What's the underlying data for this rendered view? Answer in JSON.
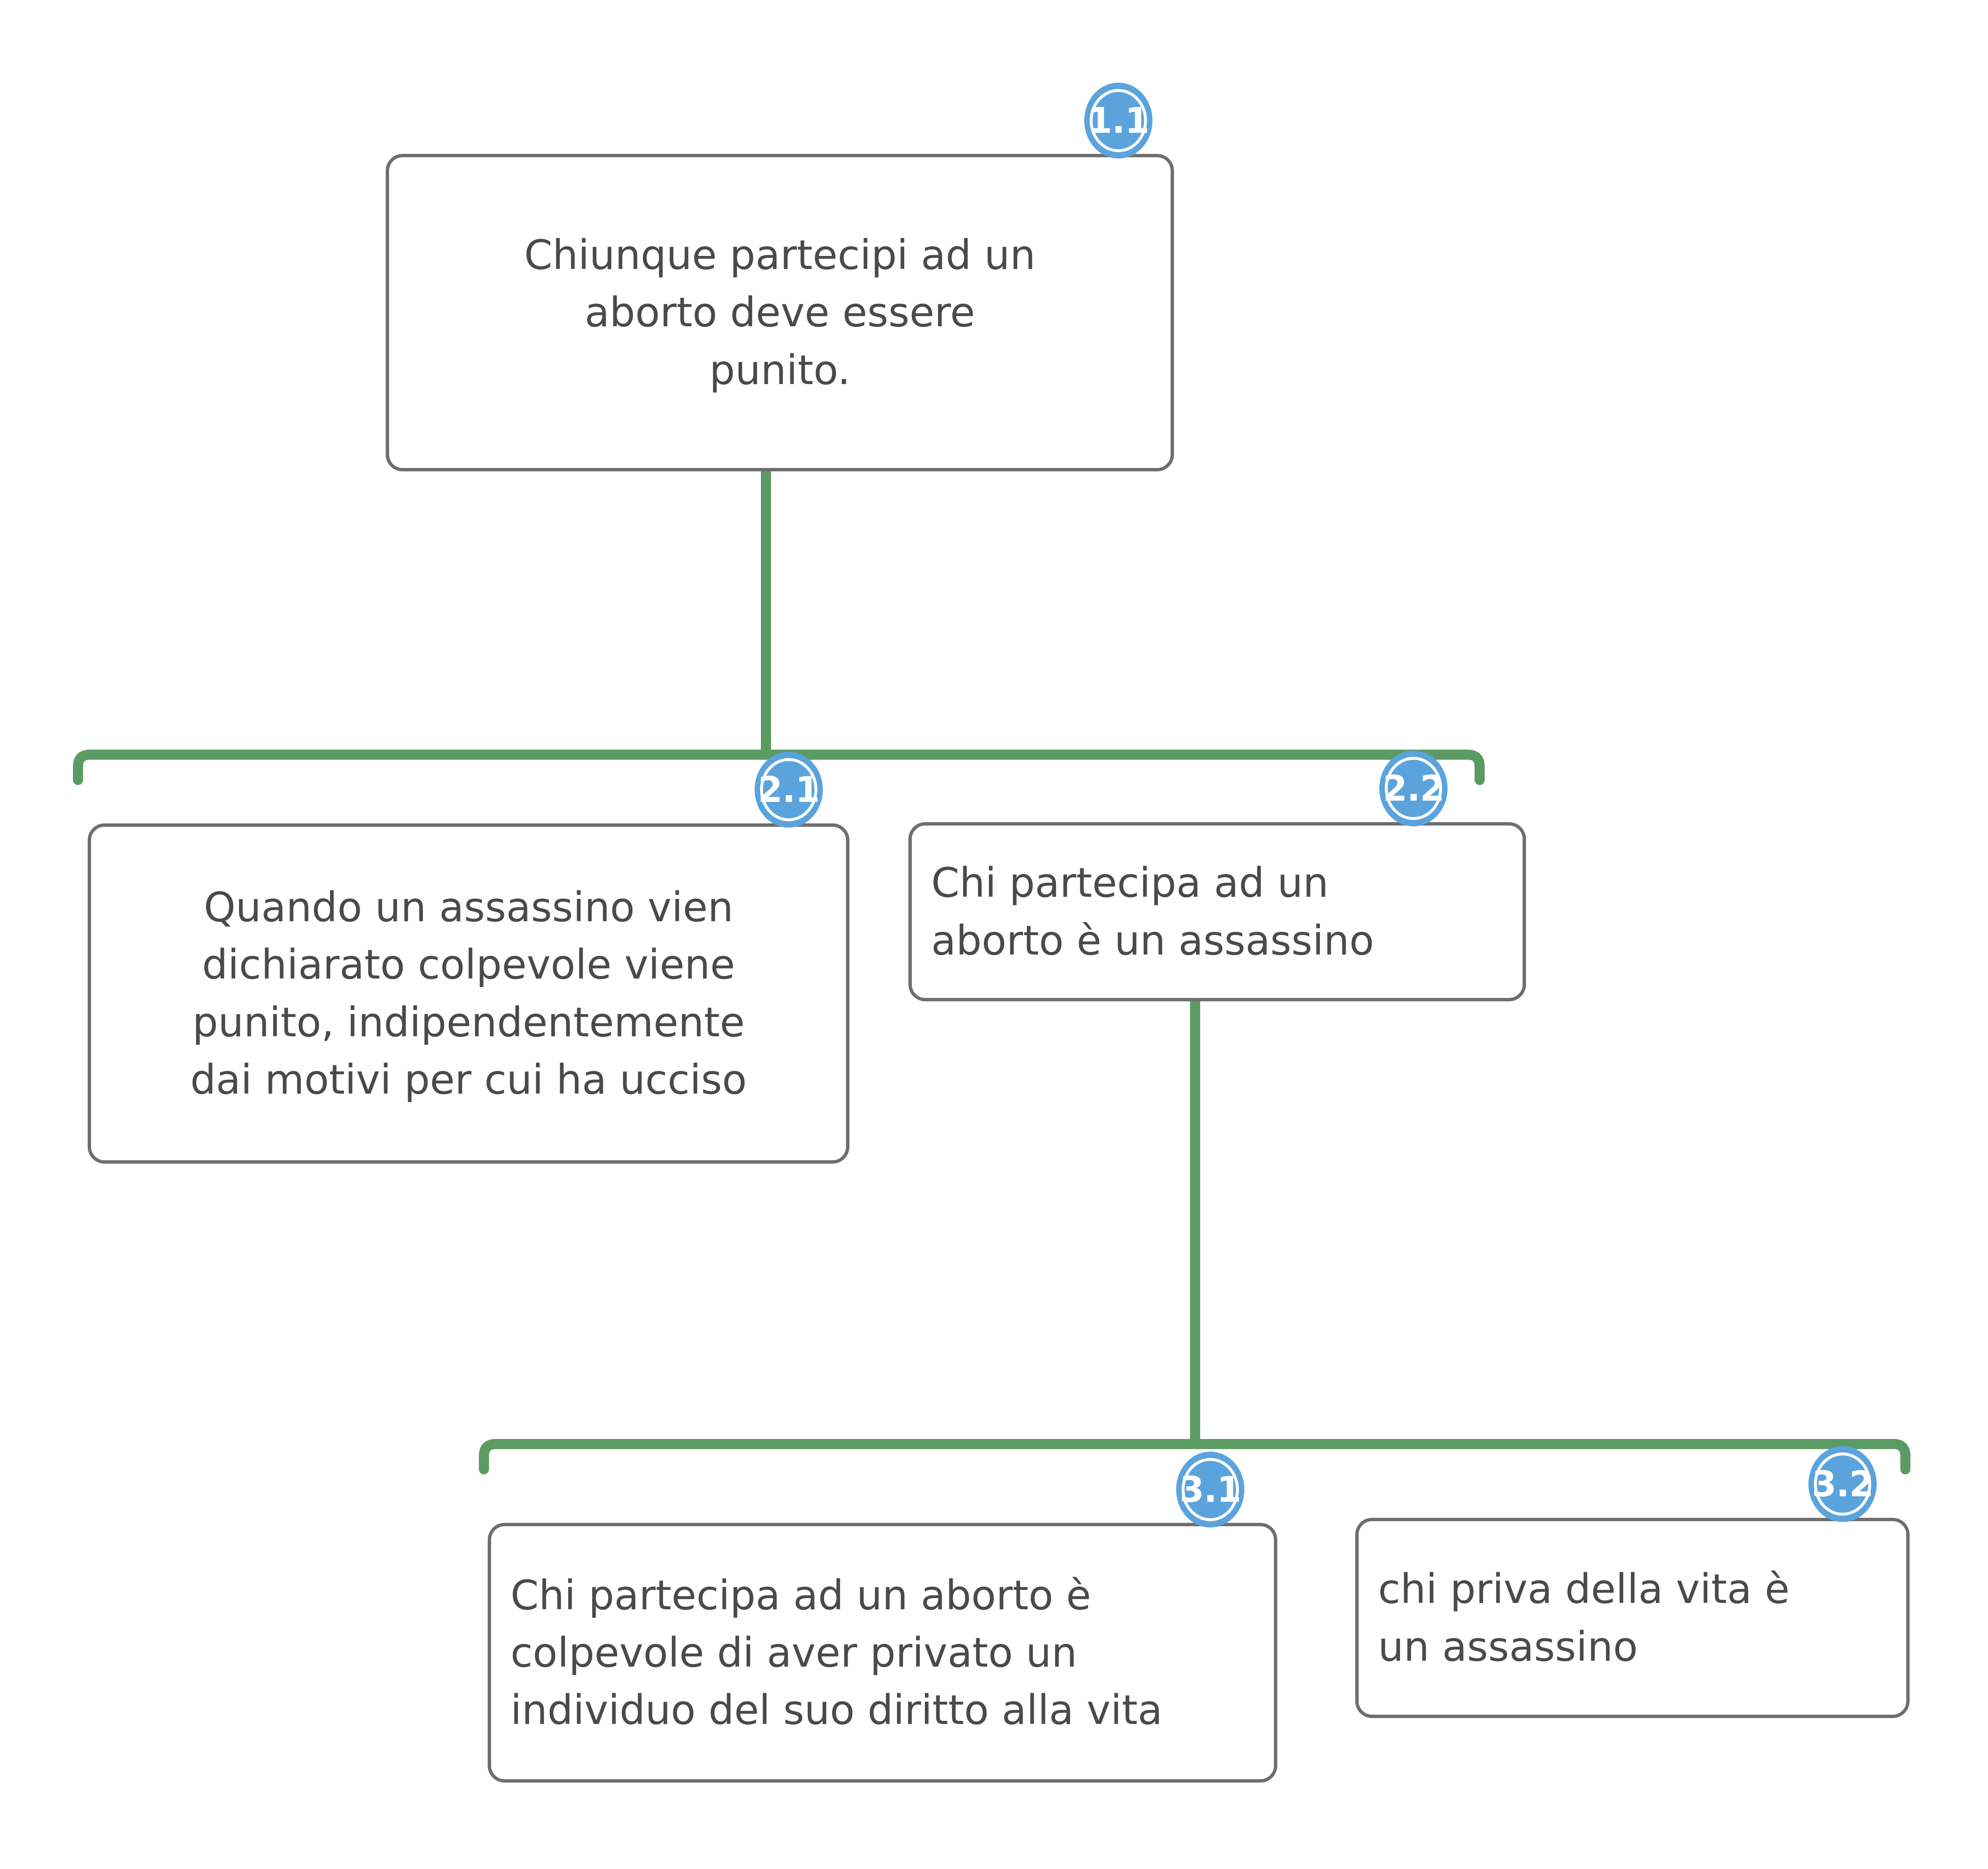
{
  "diagram": {
    "type": "argument-map",
    "orientation": "top-down",
    "colors": {
      "connector_green": "#5b9b63",
      "badge_blue": "#5ba3dd",
      "badge_ring": "#ffffff",
      "node_border": "#6e6e6e",
      "node_fill": "#ffffff",
      "text": "#4a4a4a",
      "background": "#ffffff"
    },
    "nodes": [
      {
        "id": "1.1",
        "badge": "1.1",
        "level": 1,
        "text": "Chiunque partecipi ad un aborto deve essere punito.",
        "lines": "Chiunque partecipi ad un\naborto deve essere\npunito.",
        "align": "center"
      },
      {
        "id": "2.1",
        "badge": "2.1",
        "level": 2,
        "text": "Quando un assassino vien dichiarato colpevole viene punito, indipendentemente dai motivi per cui ha ucciso",
        "lines": "Quando un assassino vien\ndichiarato colpevole viene\npunito, indipendentemente\ndai motivi per cui ha ucciso",
        "align": "center"
      },
      {
        "id": "2.2",
        "badge": "2.2",
        "level": 2,
        "text": "Chi partecipa ad un aborto è un assassino",
        "lines": "Chi partecipa ad un\naborto è un assassino",
        "align": "left"
      },
      {
        "id": "3.1",
        "badge": "3.1",
        "level": 3,
        "text": "Chi partecipa ad un aborto è colpevole di aver privato un individuo del suo diritto alla vita",
        "lines": "Chi partecipa ad un aborto è\ncolpevole di aver privato un\nindividuo del suo diritto alla vita",
        "align": "left"
      },
      {
        "id": "3.2",
        "badge": "3.2",
        "level": 3,
        "text": "chi priva della vita è un assassino",
        "lines": "chi priva della vita è\nun assassino",
        "align": "left"
      }
    ],
    "edges": [
      {
        "from": "1.1",
        "to": "2.1"
      },
      {
        "from": "1.1",
        "to": "2.2"
      },
      {
        "from": "2.2",
        "to": "3.1"
      },
      {
        "from": "2.2",
        "to": "3.2"
      }
    ]
  }
}
